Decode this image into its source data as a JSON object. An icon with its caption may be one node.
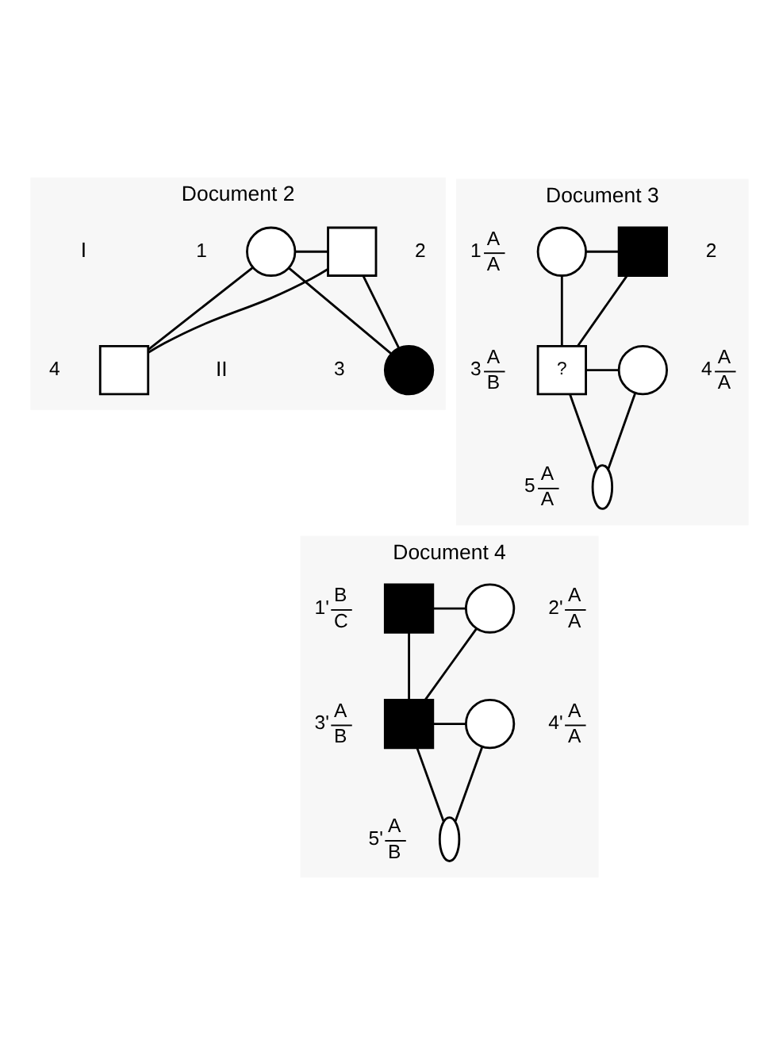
{
  "diagram": {
    "nodes": [
      {
        "text": [
          "Document 2"
        ]
      },
      {
        "text": [],
        "shape": "circle",
        "in": 0,
        "beside": [
          "1"
        ]
      },
      {
        "text": [],
        "shape": "box",
        "in": 0,
        "beside": [
          "2"
        ]
      },
      {
        "text": [],
        "shape": "circle",
        "in": 0,
        "beside": [
          "3"
        ]
      },
      {
        "text": [],
        "shape": "box",
        "in": 0,
        "beside": [
          "4"
        ]
      },
      {
        "text": [
          "Document 3"
        ]
      },
      {
        "text": [],
        "shape": "circle",
        "in": 5,
        "beside": [
          "1",
          "A",
          "A"
        ]
      },
      {
        "text": [],
        "shape": "box",
        "in": 5,
        "beside": [
          "2"
        ]
      },
      {
        "text": [
          "?"
        ],
        "in": 5,
        "beside": [
          "3",
          "A",
          "B"
        ]
      },
      {
        "text": [],
        "shape": "circle",
        "in": 5,
        "beside": [
          "4",
          "A",
          "A"
        ]
      },
      {
        "text": [],
        "shape": "oval",
        "in": 5,
        "beside": [
          "5",
          "A",
          "A"
        ]
      },
      {
        "text": [
          "Document 4"
        ]
      },
      {
        "text": [],
        "shape": "box",
        "in": 11,
        "beside": [
          "1'",
          "B",
          "C"
        ]
      },
      {
        "text": [],
        "shape": "circle",
        "in": 11,
        "beside": [
          "2'",
          "A",
          "A"
        ]
      },
      {
        "text": [],
        "shape": "box",
        "in": 11,
        "beside": [
          "3'",
          "A",
          "B"
        ]
      },
      {
        "text": [],
        "shape": "circle",
        "in": 11,
        "beside": [
          "4'",
          "A",
          "A"
        ]
      },
      {
        "text": [],
        "shape": "oval",
        "in": 11,
        "beside": [
          "5'",
          "A",
          "B"
        ]
      }
    ],
    "edges": [
      {
        "from": 1,
        "to": 2,
        "arrow": "none"
      },
      {
        "from": 1,
        "to": 3,
        "arrow": "none"
      },
      {
        "from": 2,
        "to": 3,
        "arrow": "none"
      },
      {
        "from": 1,
        "to": 4,
        "arrow": "none"
      },
      {
        "from": 2,
        "to": 4,
        "arrow": "none"
      },
      {
        "from": 6,
        "to": 7,
        "arrow": "none"
      },
      {
        "from": 6,
        "to": 8,
        "arrow": "none"
      },
      {
        "from": 7,
        "to": 8,
        "arrow": "none"
      },
      {
        "from": 8,
        "to": 9,
        "arrow": "none"
      },
      {
        "from": 8,
        "to": 10,
        "arrow": "none"
      },
      {
        "from": 9,
        "to": 10,
        "arrow": "none"
      },
      {
        "from": 12,
        "to": 13,
        "arrow": "none"
      },
      {
        "from": 12,
        "to": 14,
        "arrow": "none"
      },
      {
        "from": 13,
        "to": 14,
        "arrow": "none"
      },
      {
        "from": 14,
        "to": 15,
        "arrow": "none"
      },
      {
        "from": 14,
        "to": 16,
        "arrow": "none"
      },
      {
        "from": 15,
        "to": 16,
        "arrow": "none"
      }
    ],
    "labels": [
      "I",
      "II"
    ]
  }
}
